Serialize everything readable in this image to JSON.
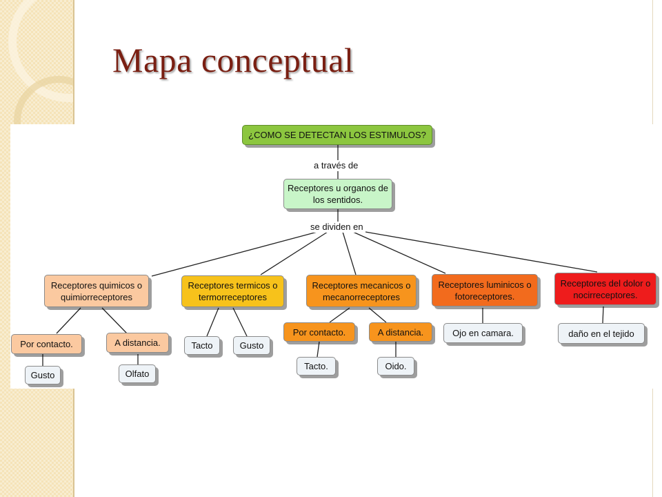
{
  "slide": {
    "title": "Mapa conceptual"
  },
  "map": {
    "root": "¿COMO SE DETECTAN LOS ESTIMULOS?",
    "link_1": "a través de",
    "center": "Receptores u organos de los sentidos.",
    "link_2": "se dividen en",
    "categories": [
      {
        "label": "Receptores quimicos o quimiorreceptores",
        "color": "#fbc9a0"
      },
      {
        "label": "Receptores termicos o termorreceptores",
        "color": "#f7c21b"
      },
      {
        "label": "Receptores mecanicos o mecanorreceptores",
        "color": "#f7941d"
      },
      {
        "label": "Receptores luminicos o fotoreceptores.",
        "color": "#f26b1d"
      },
      {
        "label": "Receptores del dolor o nocirreceptores.",
        "color": "#ee1c1c"
      }
    ],
    "quimicos": {
      "contacto": "Por contacto.",
      "distancia": "A distancia.",
      "gusto": "Gusto",
      "olfato": "Olfato"
    },
    "termicos": {
      "tacto": "Tacto",
      "gusto": "Gusto"
    },
    "mecanicos": {
      "contacto": "Por contacto.",
      "distancia": "A distancia.",
      "tacto": "Tacto.",
      "oido": "Oido."
    },
    "luminicos": {
      "ojo": "Ojo en camara."
    },
    "dolor": {
      "dano": "daño en el tejido"
    },
    "colors": {
      "root": "#8cc63f",
      "center": "#c8f5c8",
      "leaf": "#eef3f7",
      "title": "#7a1f12"
    }
  }
}
